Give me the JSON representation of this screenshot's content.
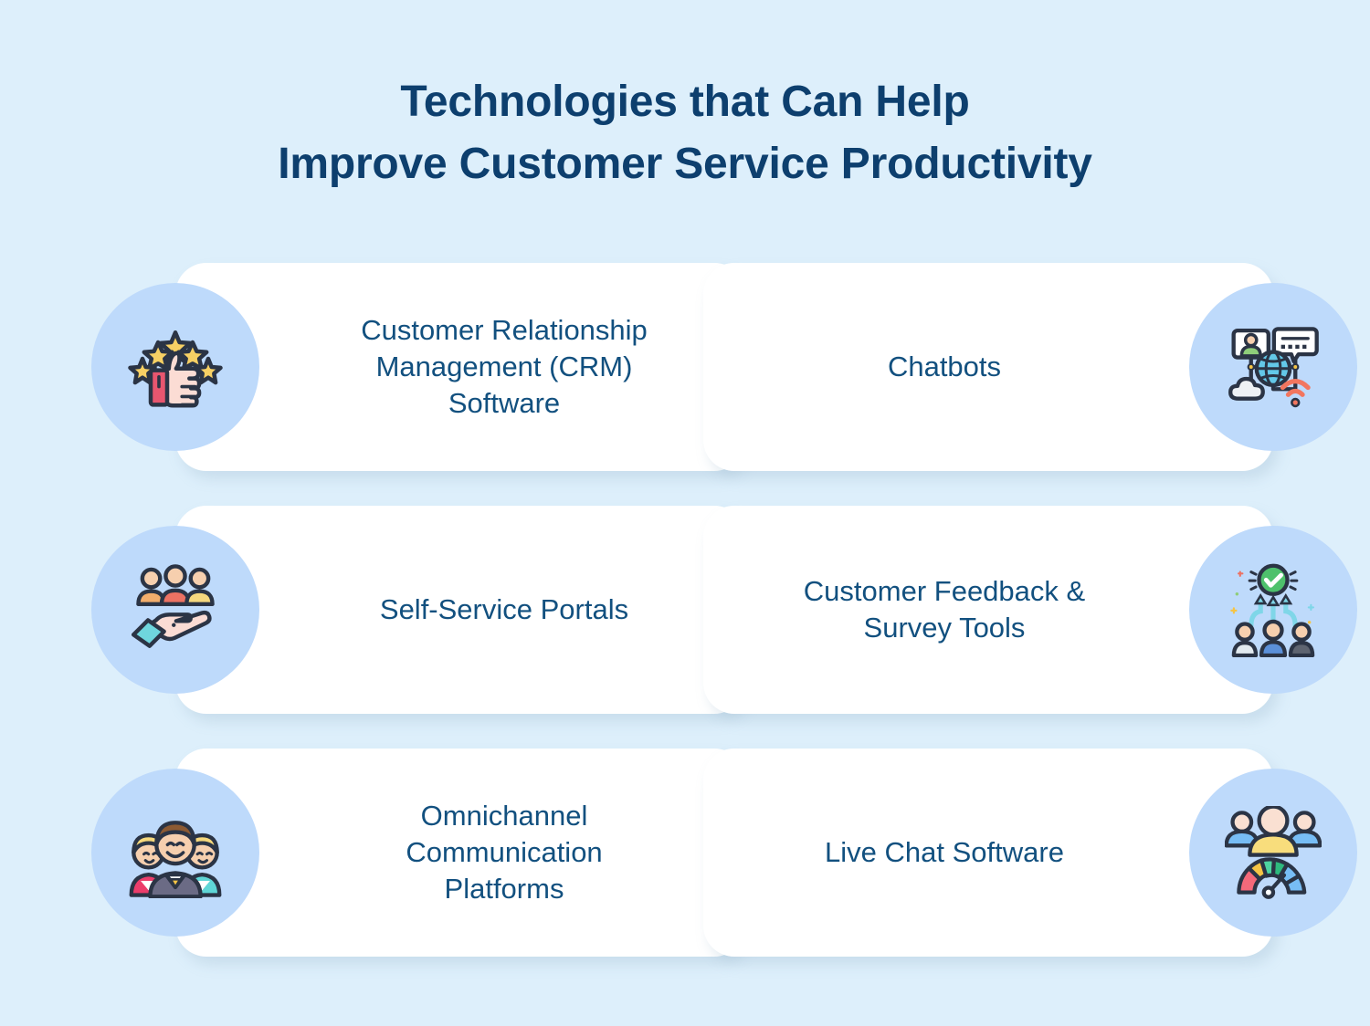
{
  "colors": {
    "background": "#ddeffb",
    "card": "#ffffff",
    "icon_circle": "#bedafb",
    "title_text": "#0d3f6e",
    "card_text": "#12507f"
  },
  "title": {
    "line1": "Technologies that Can Help",
    "line2": "Improve Customer Service Productivity"
  },
  "cards": [
    {
      "label": "Customer Relationship\nManagement (CRM)\nSoftware",
      "icon": "thumbs-up-five-stars-icon",
      "icon_side": "left"
    },
    {
      "label": "Chatbots",
      "icon": "network-globe-chat-icon",
      "icon_side": "right"
    },
    {
      "label": "Self-Service Portals",
      "icon": "hand-holding-people-icon",
      "icon_side": "left"
    },
    {
      "label": "Customer Feedback &\nSurvey Tools",
      "icon": "people-arrows-checkmark-icon",
      "icon_side": "right"
    },
    {
      "label": "Omnichannel\nCommunication\nPlatforms",
      "icon": "team-three-people-icon",
      "icon_side": "left"
    },
    {
      "label": "Live Chat Software",
      "icon": "people-gauge-icon",
      "icon_side": "right"
    }
  ]
}
